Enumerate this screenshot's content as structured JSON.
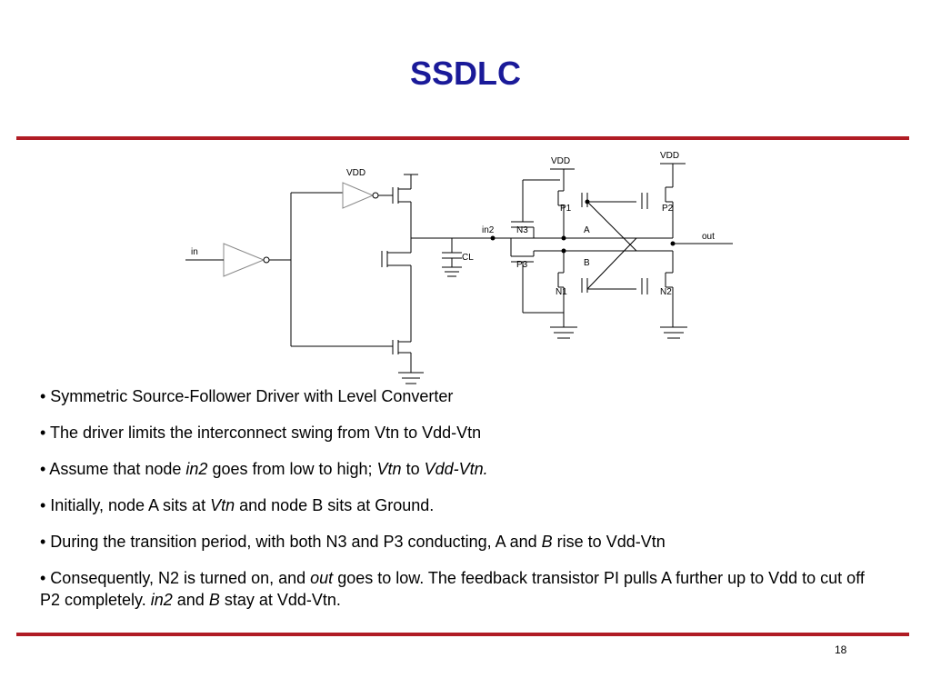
{
  "slide": {
    "title": "SSDLC",
    "page_number": "18",
    "title_color": "#1a1a99",
    "rule_color": "#b01c24"
  },
  "diagram": {
    "labels": {
      "vdd_driver": "VDD",
      "vdd_p1": "VDD",
      "vdd_p2": "VDD",
      "in": "in",
      "in2": "in2",
      "cl": "CL",
      "n3": "N3",
      "p3": "P3",
      "p1": "P1",
      "p2": "P2",
      "a": "A",
      "b": "B",
      "n1": "N1",
      "n2": "N2",
      "out": "out"
    }
  },
  "bullets": [
    [
      {
        "t": "• Symmetric Source-Follower Driver with Level Converter",
        "i": false
      }
    ],
    [
      {
        "t": "• The driver limits the interconnect swing from Vtn to Vdd-Vtn",
        "i": false
      }
    ],
    [
      {
        "t": "• Assume that node ",
        "i": false
      },
      {
        "t": "in2",
        "i": true
      },
      {
        "t": " goes from low to high; ",
        "i": false
      },
      {
        "t": "Vtn",
        "i": true
      },
      {
        "t": " to ",
        "i": false
      },
      {
        "t": "Vdd-Vtn.",
        "i": true
      }
    ],
    [
      {
        "t": "• Initially, node A sits at ",
        "i": false
      },
      {
        "t": "Vtn",
        "i": true
      },
      {
        "t": " and node B sits at Ground.",
        "i": false
      }
    ],
    [
      {
        "t": "• During the transition period, with both N3 and P3 conducting, A and ",
        "i": false
      },
      {
        "t": "B",
        "i": true
      },
      {
        "t": " rise to Vdd-Vtn",
        "i": false
      }
    ],
    [
      {
        "t": "• Consequently, N2 is turned on, and ",
        "i": false
      },
      {
        "t": "out",
        "i": true
      },
      {
        "t": " goes to low. The feedback transistor PI pulls A further up to Vdd to cut off P2 completely. ",
        "i": false
      },
      {
        "t": "in2",
        "i": true
      },
      {
        "t": " and ",
        "i": false
      },
      {
        "t": "B",
        "i": true
      },
      {
        "t": " stay at Vdd-Vtn.",
        "i": false
      }
    ]
  ]
}
